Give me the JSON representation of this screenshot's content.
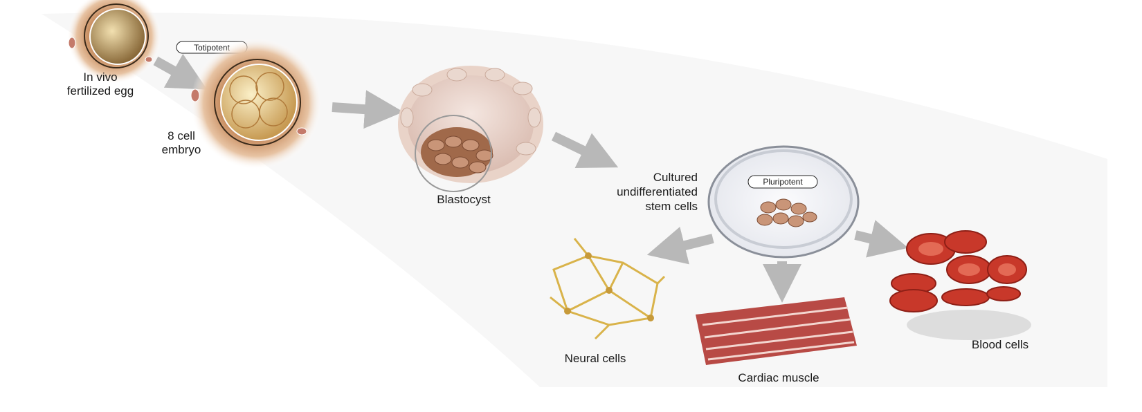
{
  "labels": {
    "egg_line1": "In vivo",
    "egg_line2": "fertilized egg",
    "totipotent": "Totipotent",
    "embryo_line1": "8 cell",
    "embryo_line2": "embryo",
    "blastocyst": "Blastocyst",
    "cultured_line1": "Cultured",
    "cultured_line2": "undifferentiated",
    "cultured_line3": "stem cells",
    "pluripotent": "Pluripotent",
    "neural": "Neural cells",
    "cardiac": "Cardiac muscle",
    "blood": "Blood cells"
  },
  "colors": {
    "arrow": "#b8b8b8",
    "tissue": "#c98f62",
    "cell": "#9c5a3c",
    "neural": "#d9b34a",
    "muscle": "#b84a45",
    "blood": "#c8382a"
  }
}
